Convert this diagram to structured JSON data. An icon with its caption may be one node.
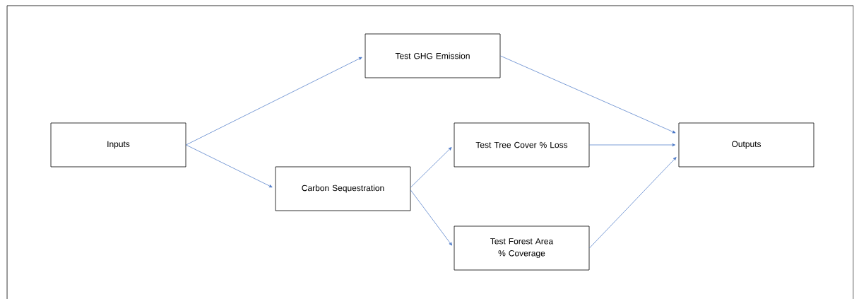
{
  "diagram": {
    "nodes": [
      {
        "text": [
          "Inputs"
        ]
      },
      {
        "text": [
          "Test GHG Emission"
        ]
      },
      {
        "text": [
          "Carbon Sequestration"
        ]
      },
      {
        "text": [
          "Test Tree Cover % Loss"
        ]
      },
      {
        "text": [
          "Test Forest Area % Coverage"
        ]
      },
      {
        "text": [
          "Outputs"
        ]
      }
    ],
    "edges": [
      {
        "from": 0,
        "to": 1,
        "arrow": "to"
      },
      {
        "from": 0,
        "to": 2,
        "arrow": "to"
      },
      {
        "from": 1,
        "to": 5,
        "arrow": "to"
      },
      {
        "from": 2,
        "to": 3,
        "arrow": "to"
      },
      {
        "from": 2,
        "to": 4,
        "arrow": "to"
      },
      {
        "from": 3,
        "to": 5,
        "arrow": "to"
      },
      {
        "from": 4,
        "to": 5,
        "arrow": "to"
      }
    ]
  }
}
